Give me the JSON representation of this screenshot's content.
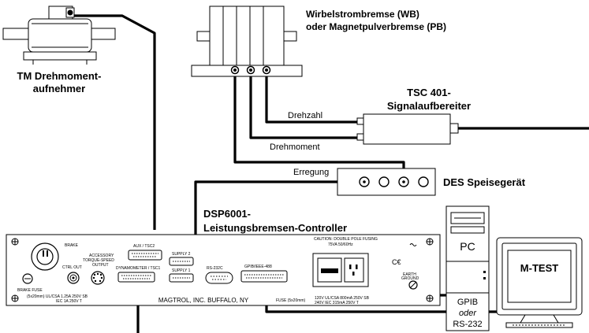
{
  "torque_meter": {
    "label_line1": "TM Drehmoment-",
    "label_line2": "aufnehmer"
  },
  "brake": {
    "label_line1": "Wirbelstrombremse (WB)",
    "label_line2": "oder Magnetpulverbremse (PB)"
  },
  "signal_conditioner": {
    "label_line1": "TSC 401-",
    "label_line2": "Signalaufbereiter"
  },
  "wires": {
    "speed": "Drehzahl",
    "torque": "Drehmoment",
    "excitation": "Erregung"
  },
  "power_supply": {
    "label": "DES Speisegerät"
  },
  "controller": {
    "title_line1": "DSP6001-",
    "title_line2": "Leistungsbremsen-Controller",
    "brake": "BRAKE",
    "brake_fuse": "BRAKE FUSE",
    "ctrl_out": "CTRL OUT",
    "accessory_line1": "ACCESSORY",
    "accessory_line2": "TORQUE-SPEED",
    "accessory_line3": "OUTPUT",
    "aux": "AUX / TSC2",
    "dynamometer": "DYNAMOMETER / TSC1",
    "supply2": "SUPPLY 2",
    "supply1": "SUPPLY 1",
    "rs232c": "RS-232C",
    "gpib_ieee": "GPIB/IEEE-488",
    "caution_line1": "CAUTION:  DOUBLE POLE FUSING",
    "caution_line2": "75VA  50/60Hz",
    "ce": "C€",
    "earth_line1": "EARTH",
    "earth_line2": "GROUND",
    "fuse_left_line1": "(5x20mm)  UL/CSA  1.25A  250V  SB",
    "fuse_left_line2": "IEC  1A  250V  T",
    "manufacturer": "MAGTROL, INC.   BUFFALO, NY",
    "fuse_right_prefix": "FUSE  (5x20mm)",
    "fuse_right_line1": "120V  UL/CSA  800mA  250V  SB",
    "fuse_right_line2": "240V  IEC  315mA  250V  T"
  },
  "pc": {
    "label": "PC",
    "interface_line1": "GPIB",
    "interface_line2": "oder",
    "interface_line3": "RS-232"
  },
  "monitor": {
    "label": "M-TEST"
  }
}
